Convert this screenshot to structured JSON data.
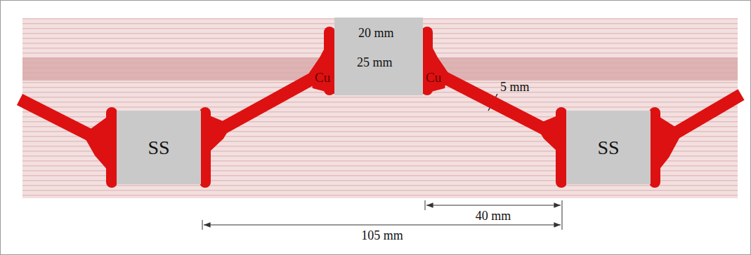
{
  "diagram": {
    "nodes": [
      {
        "text": [
          "SS"
        ]
      },
      {
        "text": [
          "20 mm",
          "25 mm"
        ]
      },
      {
        "text": [
          "SS"
        ]
      }
    ],
    "edges": [
      {
        "from": 0,
        "to": 1,
        "arrow": "none",
        "label": "Cu"
      },
      {
        "from": 1,
        "to": 2,
        "arrow": "none",
        "label": "Cu"
      }
    ],
    "labels": [
      "5 mm",
      "40 mm",
      "105 mm"
    ]
  }
}
